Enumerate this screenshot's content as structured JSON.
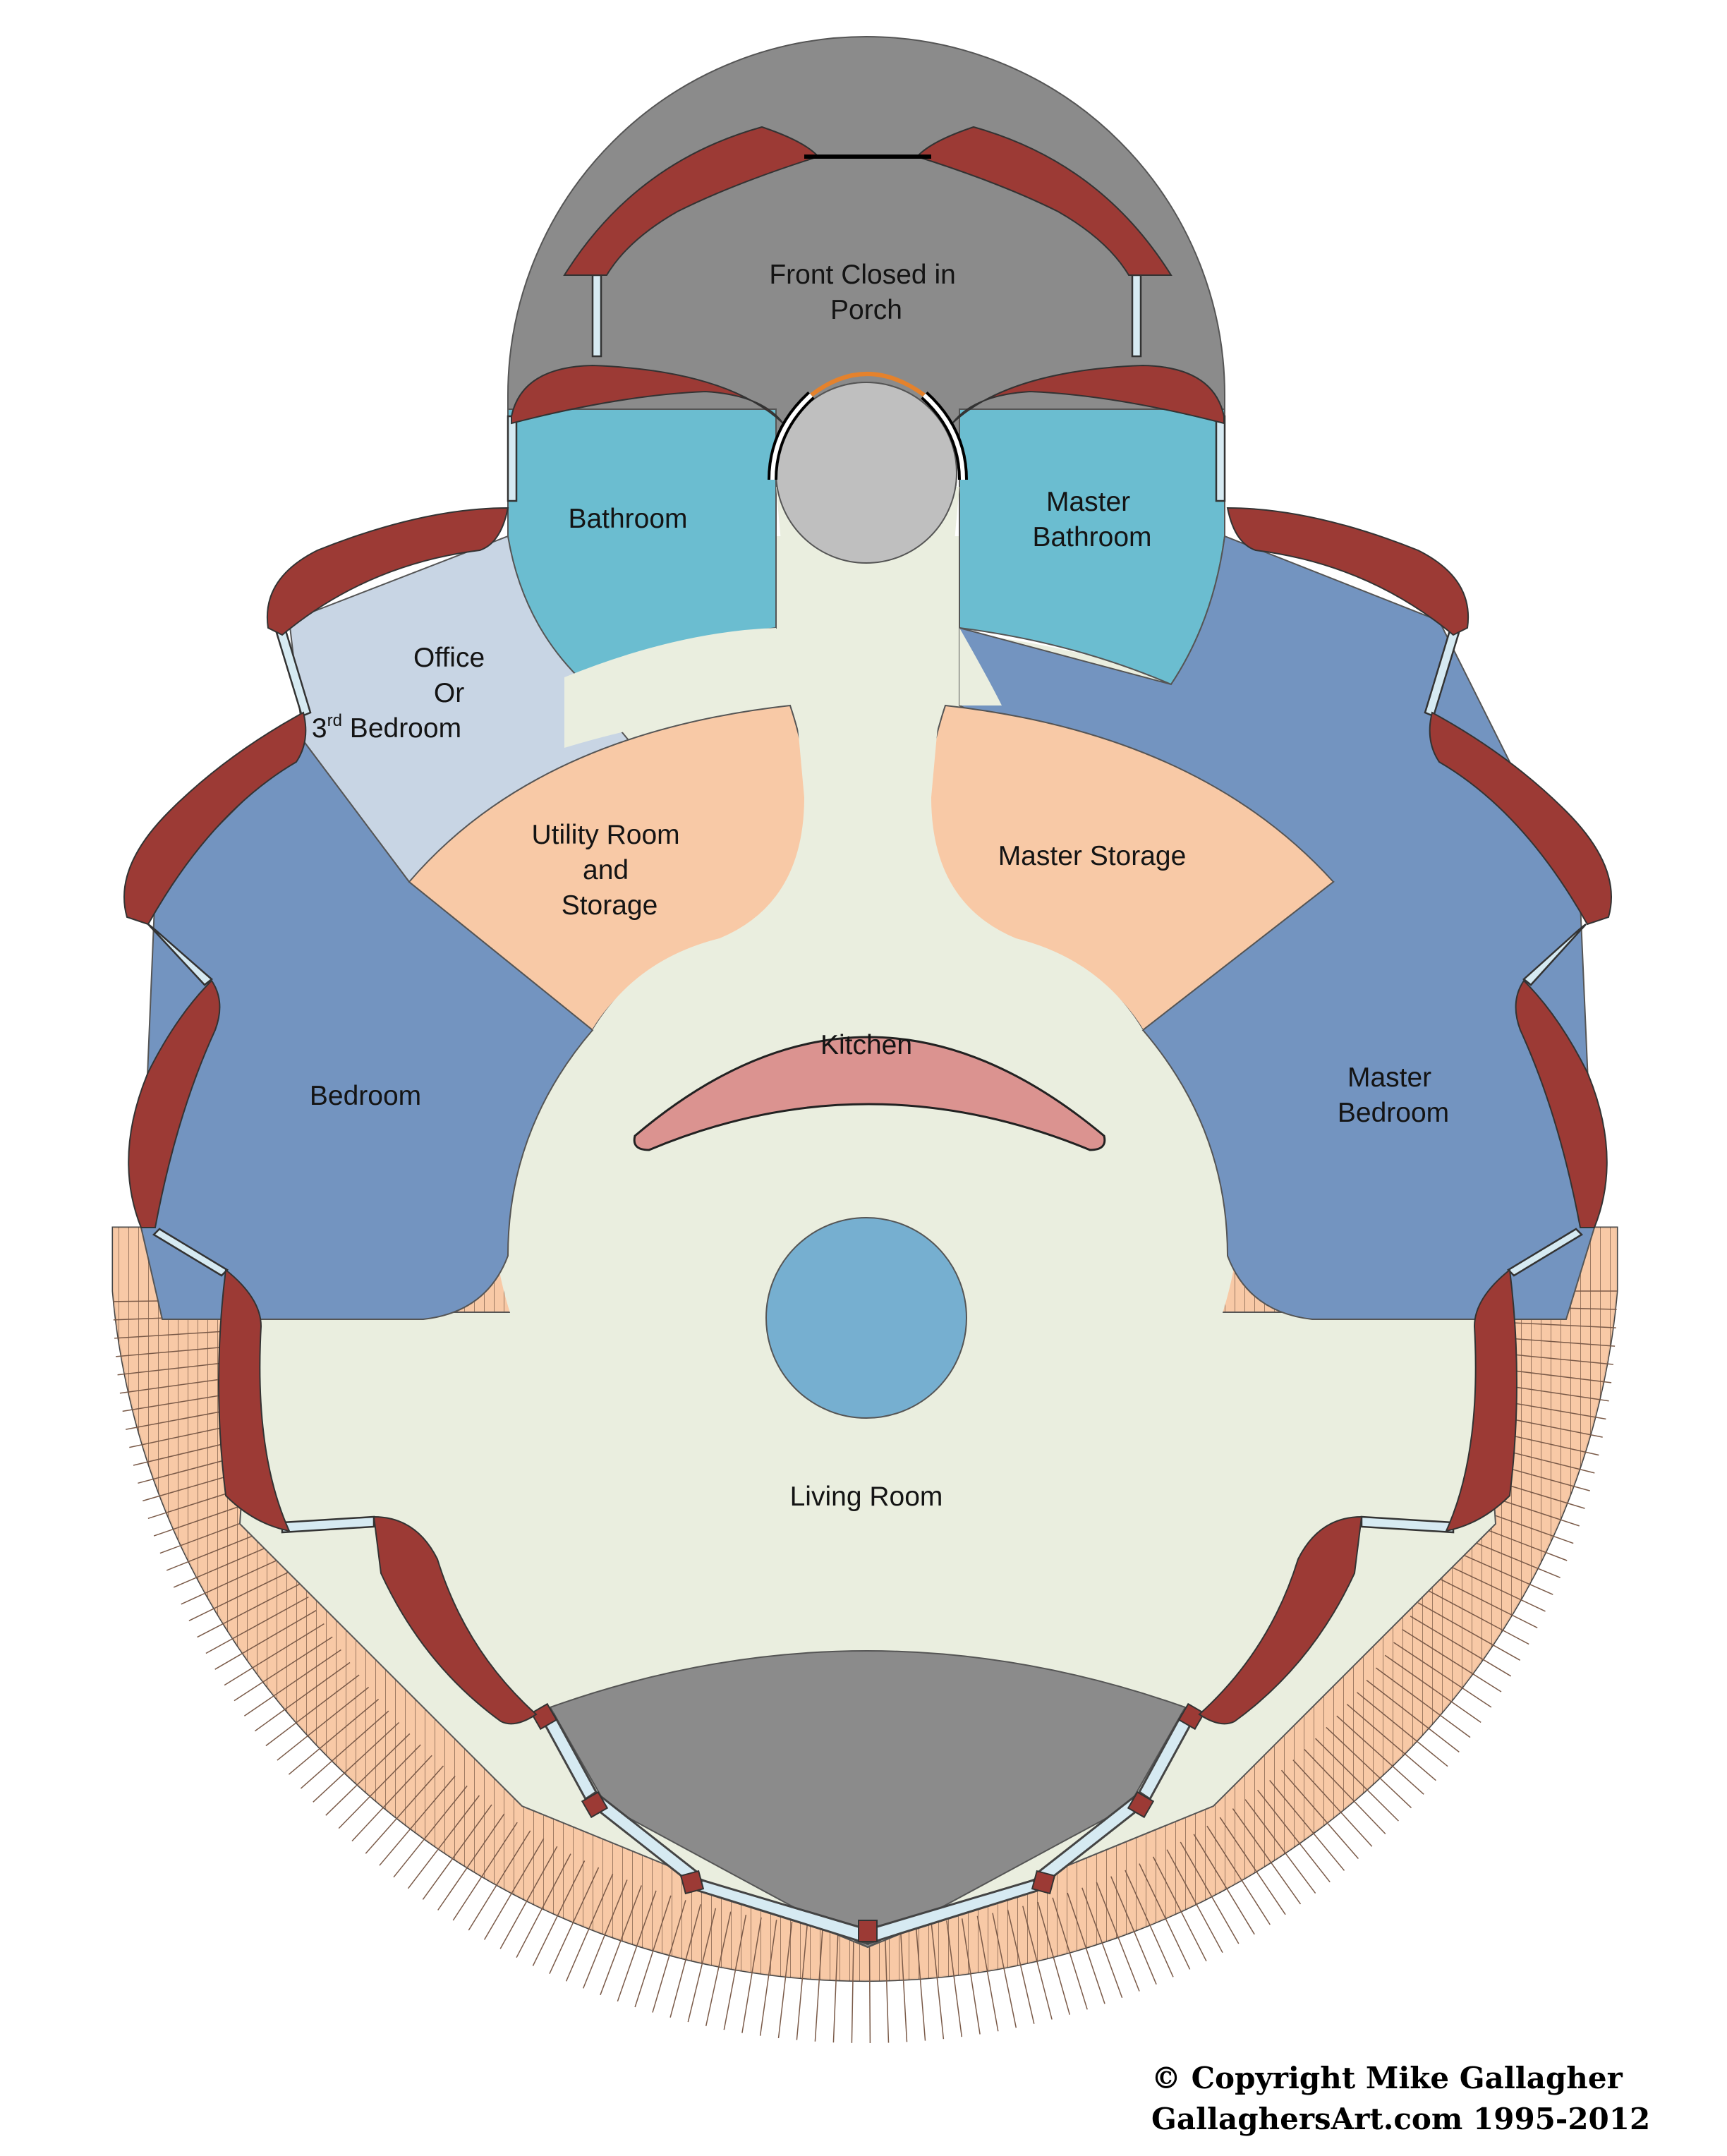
{
  "rooms": {
    "porch": [
      "Front Closed in",
      "Porch"
    ],
    "bathroom": [
      "Bathroom"
    ],
    "master_bathroom": [
      "Master",
      "Bathroom"
    ],
    "office": [
      "Office",
      "Or",
      "3",
      "rd",
      "Bedroom"
    ],
    "utility": [
      "Utility Room",
      "and",
      "Storage"
    ],
    "master_storage": [
      "Master Storage"
    ],
    "kitchen": [
      "Kitchen"
    ],
    "bedroom": [
      "Bedroom"
    ],
    "master_bedroom": [
      "Master",
      "Bedroom"
    ],
    "living_room": [
      "Living Room"
    ]
  },
  "copyright": {
    "line1": "© Copyright Mike Gallagher",
    "line2": "GallaghersArt.com 1995-2012"
  },
  "colors": {
    "wall": "#9c3a35",
    "porch": "#8b8b8b",
    "hall": "#eaeedf",
    "bath": "#6bbdd0",
    "bedroom": "#7394c0",
    "office": "#c8d5e4",
    "storage": "#f8c9a6",
    "kitchen": "#db9390",
    "column": "#76afd0",
    "deck": "#f8c9a6",
    "window": "#d6eaf2",
    "door": "#e5822c"
  }
}
